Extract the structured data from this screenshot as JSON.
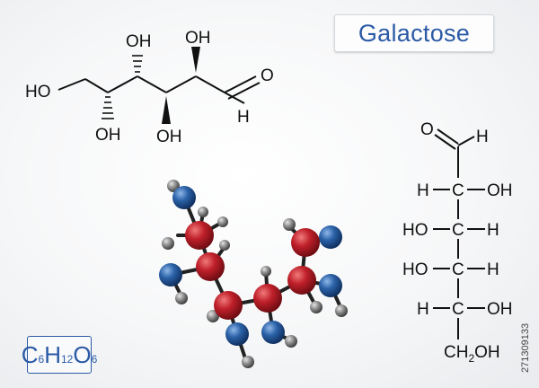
{
  "title": "Galactose",
  "formula": {
    "c": "C",
    "c_sub": "6",
    "h": "H",
    "h_sub": "12",
    "o": "O",
    "o_sub": "6"
  },
  "side_id": "271309133",
  "colors": {
    "accent": "#2b5aa6",
    "oxygen": "#2b62a8",
    "carbon": "#c0202a",
    "hydrogen": "#8a8a8a"
  },
  "skeletal": {
    "ho_left": "HO",
    "oh_top1": "OH",
    "oh_top2": "OH",
    "oh_bot1": "OH",
    "oh_bot2": "OH",
    "o": "O",
    "h": "H"
  },
  "fischer": {
    "top_o": "O",
    "top_h": "H",
    "r1_left": "H",
    "r1_c": "C",
    "r1_right": "OH",
    "r2_left": "HO",
    "r2_c": "C",
    "r2_right": "H",
    "r3_left": "HO",
    "r3_c": "C",
    "r3_right": "H",
    "r4_left": "H",
    "r4_c": "C",
    "r4_right": "OH",
    "bottom_ch": "CH",
    "bottom_sub": "2",
    "bottom_oh": "OH"
  }
}
